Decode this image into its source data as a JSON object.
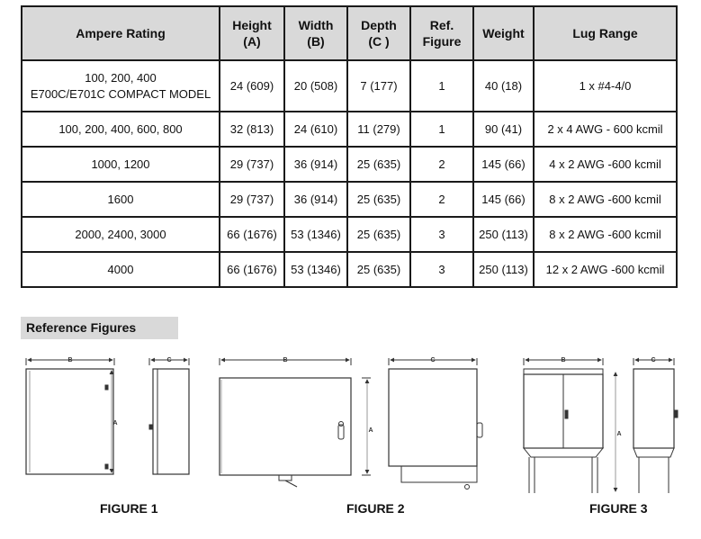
{
  "table": {
    "headers": [
      {
        "line1": "Ampere Rating",
        "line2": ""
      },
      {
        "line1": "Height",
        "line2": "(A)"
      },
      {
        "line1": "Width",
        "line2": "(B)"
      },
      {
        "line1": "Depth",
        "line2": "(C )"
      },
      {
        "line1": "Ref.",
        "line2": "Figure"
      },
      {
        "line1": "Weight",
        "line2": ""
      },
      {
        "line1": "Lug Range",
        "line2": ""
      }
    ],
    "rows": [
      {
        "rating_line1": "100, 200, 400",
        "rating_line2": "E700C/E701C COMPACT MODEL",
        "height": "24 (609)",
        "width": "20 (508)",
        "depth": "7 (177)",
        "figure": "1",
        "weight": "40 (18)",
        "lug": "1 x #4-4/0"
      },
      {
        "rating_line1": "100, 200, 400, 600, 800",
        "rating_line2": "",
        "height": "32 (813)",
        "width": "24 (610)",
        "depth": "11 (279)",
        "figure": "1",
        "weight": "90 (41)",
        "lug": "2 x 4 AWG - 600 kcmil"
      },
      {
        "rating_line1": "1000, 1200",
        "rating_line2": "",
        "height": "29 (737)",
        "width": "36 (914)",
        "depth": "25 (635)",
        "figure": "2",
        "weight": "145 (66)",
        "lug": "4 x 2 AWG -600 kcmil"
      },
      {
        "rating_line1": "1600",
        "rating_line2": "",
        "height": "29 (737)",
        "width": "36 (914)",
        "depth": "25 (635)",
        "figure": "2",
        "weight": "145 (66)",
        "lug": "8 x 2 AWG -600 kcmil"
      },
      {
        "rating_line1": "2000, 2400, 3000",
        "rating_line2": "",
        "height": "66 (1676)",
        "width": "53 (1346)",
        "depth": "25 (635)",
        "figure": "3",
        "weight": "250 (113)",
        "lug": "8 x 2 AWG -600 kcmil"
      },
      {
        "rating_line1": "4000",
        "rating_line2": "",
        "height": "66 (1676)",
        "width": "53 (1346)",
        "depth": "25 (635)",
        "figure": "3",
        "weight": "250 (113)",
        "lug": "12 x 2 AWG -600 kcmil"
      }
    ]
  },
  "reference": {
    "title": "Reference Figures",
    "dimension_labels": {
      "b": "B",
      "c": "C",
      "a": "A"
    },
    "captions": [
      "FIGURE 1",
      "FIGURE 2",
      "FIGURE 3"
    ]
  }
}
